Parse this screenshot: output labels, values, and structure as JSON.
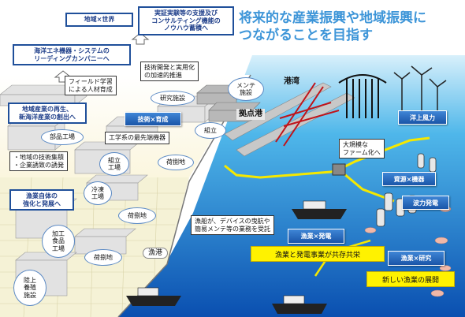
{
  "headline": {
    "line1": "将来的な産業振興や地域振興に",
    "line2": "つながることを目指す"
  },
  "boxes": {
    "region_world": "地域×世界",
    "consulting_line1": "実証実験等の支援及び",
    "consulting_line2": "コンサルティング機能の",
    "consulting_line3": "ノウハウ蓄積へ",
    "leading_line1": "海洋エネ機器・システムの",
    "leading_line2": "リーディングカンパニーへ",
    "revival_line1": "地域産業の再生、",
    "revival_line2": "新海洋産業の創出へ",
    "fisheries_line1": "漁業自体の",
    "fisheries_line2": "強化と発展へ",
    "tech_line1": "技術開発と実用化",
    "tech_line2": "の加速的推進",
    "field_line1": "フィールド学習",
    "field_line2": "による人材育成",
    "skills_line1": "・地域の技術集積",
    "skills_line2": "・企業誘致の誘発",
    "engineering": "工学系の最先端機器",
    "largescale_line1": "大規模な",
    "largescale_line2": "ファーム化へ",
    "vessel_line1": "漁船が、デバイスの曳航や",
    "vessel_line2": "簡易メンテ等の業務を受託"
  },
  "ellipses": {
    "research": "研究施設",
    "maintenance_line1": "メンテ",
    "maintenance_line2": "施設",
    "assembly": "組立",
    "parts": "部品工場",
    "assembly_factory_line1": "組立",
    "assembly_factory_line2": "工場",
    "unloading1": "荷捌地",
    "frozen_line1": "冷凍",
    "frozen_line2": "工場",
    "unloading2": "荷捌地",
    "food_line1": "加工",
    "food_line2": "食品",
    "food_line3": "工場",
    "unloading3": "荷捌地",
    "aquaculture_line1": "陸上",
    "aquaculture_line2": "養殖",
    "aquaculture_line3": "施設"
  },
  "labels": {
    "harbor": "港湾",
    "base_port": "拠点港",
    "fishing_port": "漁港"
  },
  "tags": {
    "tech_training": "技術×育成",
    "offshore_wind": "洋上風力",
    "resources_equipment": "資源×機器",
    "wave_power": "波力発電",
    "fishery_power": "漁業×発電",
    "fishery_research": "漁業×研究"
  },
  "yellow": {
    "coexist": "漁業と発電事業が共存共栄",
    "new_fishery": "新しい漁業の展開"
  }
}
